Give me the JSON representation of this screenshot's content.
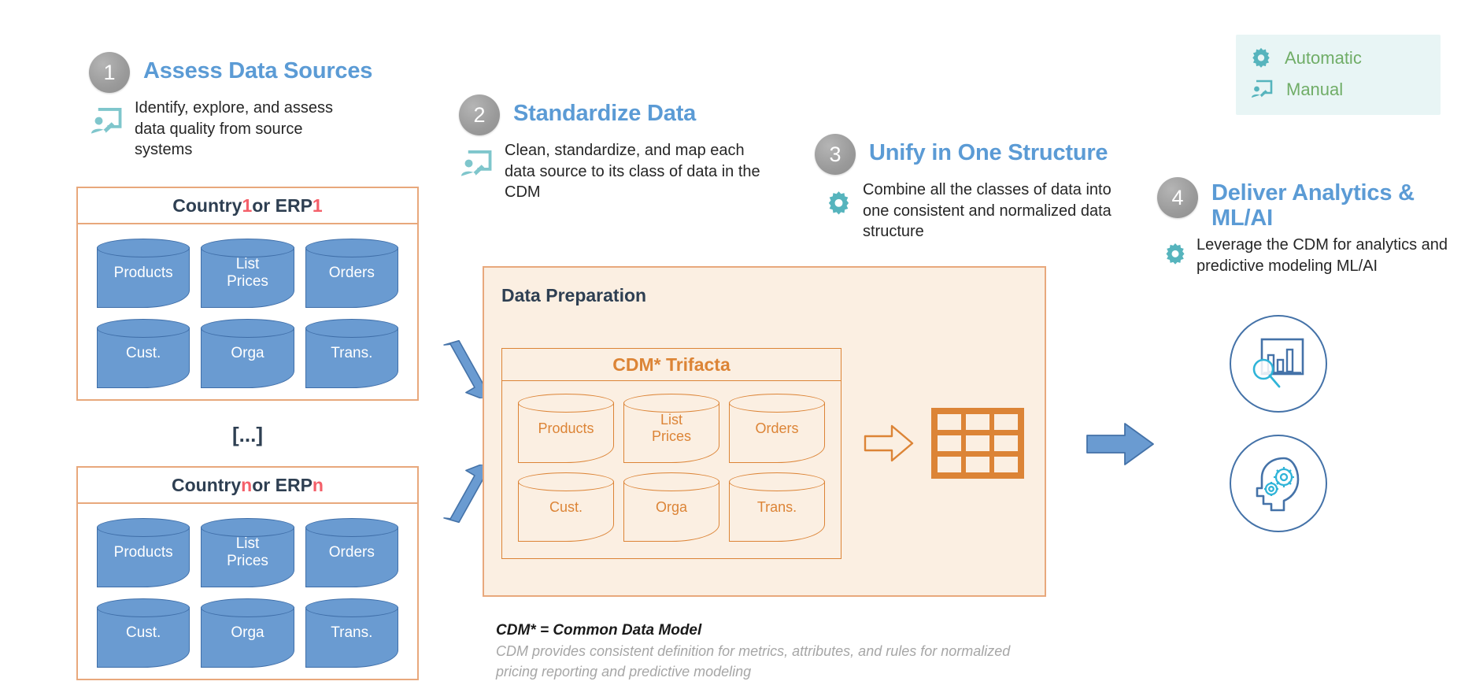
{
  "legend": {
    "name": "mode-legend",
    "items": [
      {
        "icon": "gear-icon",
        "label": "Automatic"
      },
      {
        "icon": "manual-presentation-icon",
        "label": "Manual"
      }
    ],
    "background": "#E8F5F5",
    "text_color": "#70AD67"
  },
  "steps": [
    {
      "number": "1",
      "title": "Assess Data Sources",
      "desc": "Identify, explore, and assess data quality from source systems",
      "icon": "manual-presentation-icon"
    },
    {
      "number": "2",
      "title": "Standardize Data",
      "desc": "Clean, standardize, and map each data source to its class of data in the CDM",
      "icon": "manual-presentation-icon"
    },
    {
      "number": "3",
      "title": "Unify in One Structure",
      "desc": "Combine all the classes of data into one consistent and normalized data structure",
      "icon": "gear-icon"
    },
    {
      "number": "4",
      "title": "Deliver Analytics & ML/AI",
      "desc": "Leverage the CDM for analytics and predictive modeling ML/AI",
      "icon": "gear-icon"
    }
  ],
  "sources": {
    "ellipsis": "[...]",
    "boxes": [
      {
        "title_prefix": "Country ",
        "title_index": "1",
        "title_middle": " or ERP ",
        "title_index2": "1",
        "cylinders": [
          "Products",
          "List Prices",
          "Orders",
          "Cust.",
          "Orga",
          "Trans."
        ]
      },
      {
        "title_prefix": "Country ",
        "title_index": "n",
        "title_middle": " or ERP ",
        "title_index2": "n",
        "cylinders": [
          "Products",
          "List Prices",
          "Orders",
          "Cust.",
          "Orga",
          "Trans."
        ]
      }
    ]
  },
  "preparation": {
    "title": "Data Preparation",
    "cdm": {
      "title": "CDM* Trifacta",
      "cylinders": [
        "Products",
        "List Prices",
        "Orders",
        "Cust.",
        "Orga",
        "Trans."
      ]
    },
    "output_icon": "table-grid-icon",
    "inner_arrow_icon": "arrow-right-outline-icon"
  },
  "footnote": {
    "title": "CDM* = Common Data Model",
    "body": "CDM provides consistent definition for metrics, attributes, and rules for normalized pricing reporting and predictive modeling"
  },
  "delivery": {
    "icons": [
      {
        "name": "analytics-chart-search-icon"
      },
      {
        "name": "ai-head-gears-icon"
      }
    ]
  },
  "arrows": [
    {
      "name": "arrow-down-right-icon"
    },
    {
      "name": "arrow-up-right-icon"
    },
    {
      "name": "arrow-right-icon"
    }
  ],
  "colors": {
    "step_title": "#5B9BD5",
    "orange": "#DC8436",
    "orange_border": "#E8A87C",
    "panel_bg": "#FBEFE2",
    "cylinder_blue": "#6A9BD1",
    "cylinder_border": "#3F6EA8",
    "teal": "#56b4bd",
    "green": "#70AD67",
    "red_accent": "#F4606A",
    "navy": "#2E3F52",
    "gray_num": "#9a9a9a"
  }
}
